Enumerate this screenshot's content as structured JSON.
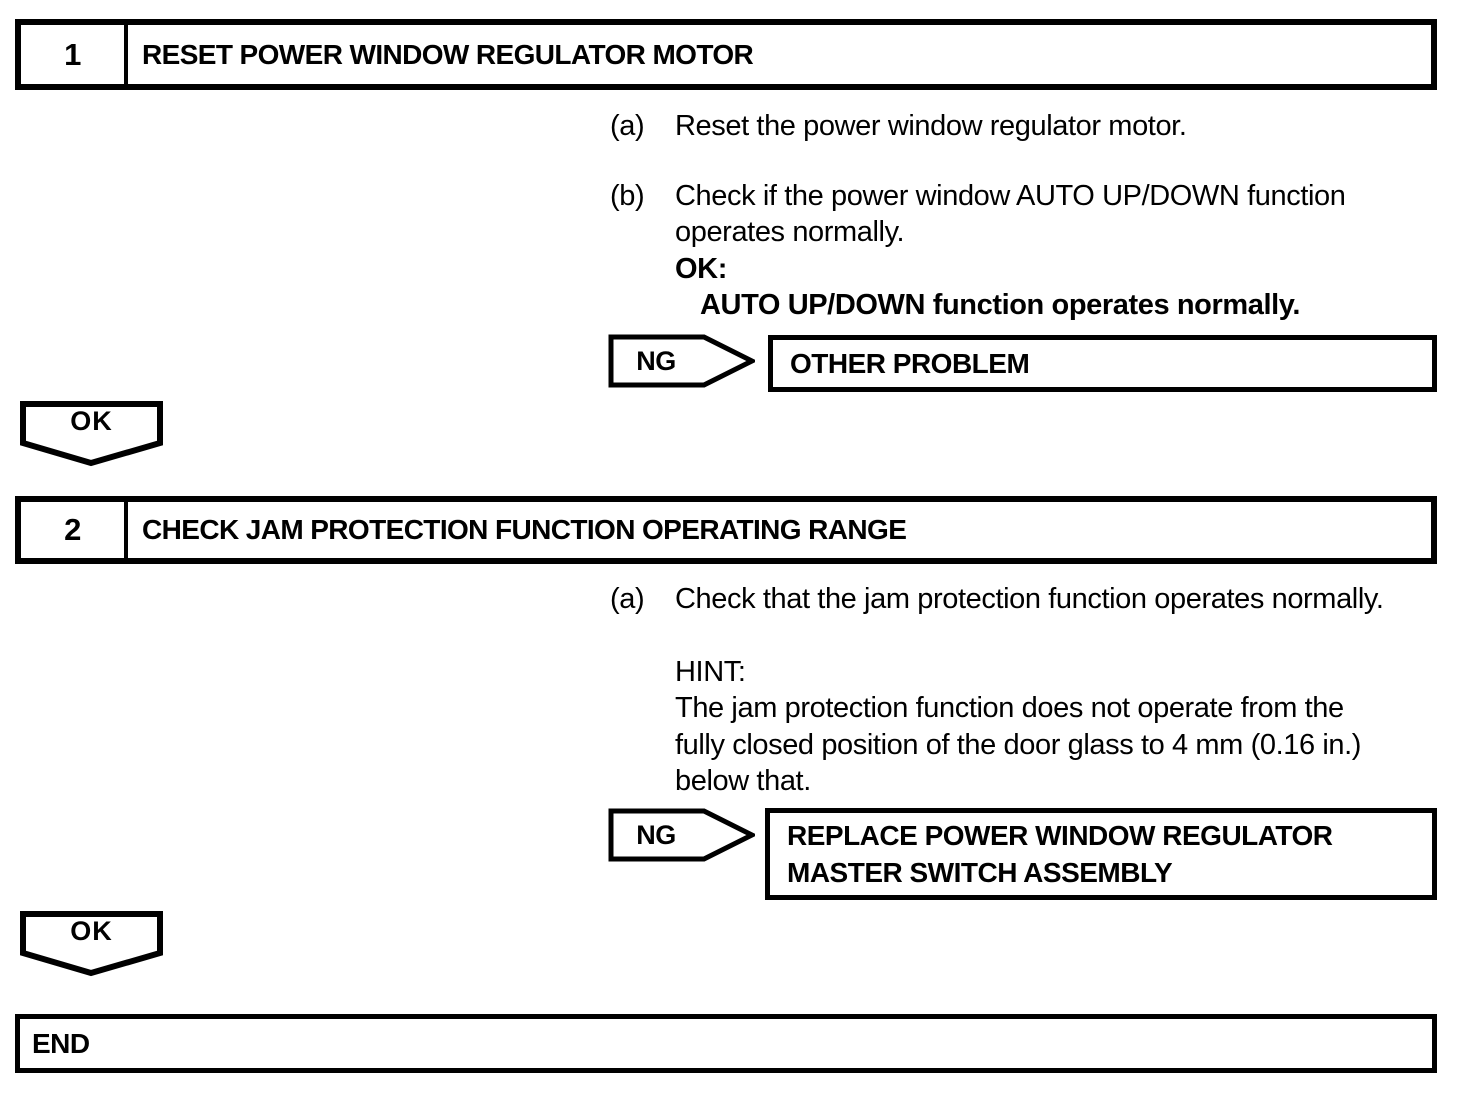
{
  "colors": {
    "ink": "#000000",
    "paper": "#ffffff"
  },
  "step1": {
    "number": "1",
    "title": "RESET POWER WINDOW REGULATOR MOTOR",
    "item_a_label": "(a)",
    "item_a_text": "Reset the power window regulator motor.",
    "item_b_label": "(b)",
    "item_b_line1": "Check if the power window AUTO UP/DOWN function",
    "item_b_line2": "operates normally.",
    "ok_heading": "OK:",
    "ok_condition": "AUTO UP/DOWN function operates normally.",
    "ng_label": "NG",
    "ng_result": "OTHER PROBLEM",
    "ok_label": "OK"
  },
  "step2": {
    "number": "2",
    "title": "CHECK JAM PROTECTION FUNCTION OPERATING RANGE",
    "item_a_label": "(a)",
    "item_a_text": "Check that the jam protection function operates normally.",
    "hint_heading": "HINT:",
    "hint_line1": "The jam protection function does not operate from the",
    "hint_line2": "fully closed position of the door glass to 4 mm (0.16 in.)",
    "hint_line3": "below that.",
    "ng_label": "NG",
    "ng_result_line1": "REPLACE POWER WINDOW REGULATOR",
    "ng_result_line2": "MASTER SWITCH ASSEMBLY",
    "ok_label": "OK"
  },
  "end_label": "END"
}
